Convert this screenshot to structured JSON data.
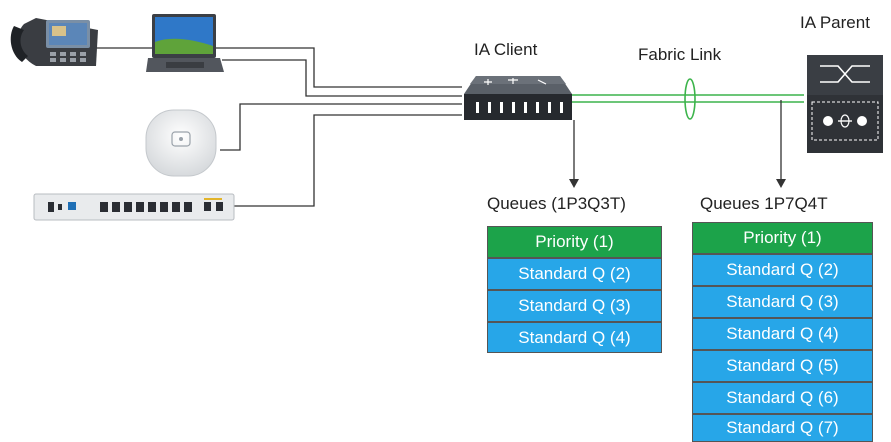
{
  "labels": {
    "ia_client": "IA Client",
    "fabric_link": "Fabric Link",
    "ia_parent": "IA Parent",
    "queues_left_title": "Queues (1P3Q3T)",
    "queues_right_title": "Queues 1P7Q4T"
  },
  "queues_left": [
    {
      "label": "Priority (1)",
      "kind": "priority"
    },
    {
      "label": "Standard Q (2)",
      "kind": "standard"
    },
    {
      "label": "Standard Q (3)",
      "kind": "standard"
    },
    {
      "label": "Standard Q (4)",
      "kind": "standard"
    }
  ],
  "queues_right": [
    {
      "label": "Priority (1)",
      "kind": "priority"
    },
    {
      "label": "Standard Q (2)",
      "kind": "standard"
    },
    {
      "label": "Standard Q (3)",
      "kind": "standard"
    },
    {
      "label": "Standard Q (4)",
      "kind": "standard"
    },
    {
      "label": "Standard Q (5)",
      "kind": "standard"
    },
    {
      "label": "Standard Q (6)",
      "kind": "standard"
    },
    {
      "label": "Standard Q (7)",
      "kind": "standard"
    }
  ],
  "colors": {
    "priority": "#1ca34a",
    "standard": "#27a6e8",
    "fabric_link": "#3cb44b",
    "device_dark": "#2a2d33"
  },
  "icons": [
    "ip-phone-icon",
    "laptop-icon",
    "access-point-icon",
    "access-switch-icon",
    "ia-client-switch-icon",
    "ia-parent-chassis-icon"
  ]
}
